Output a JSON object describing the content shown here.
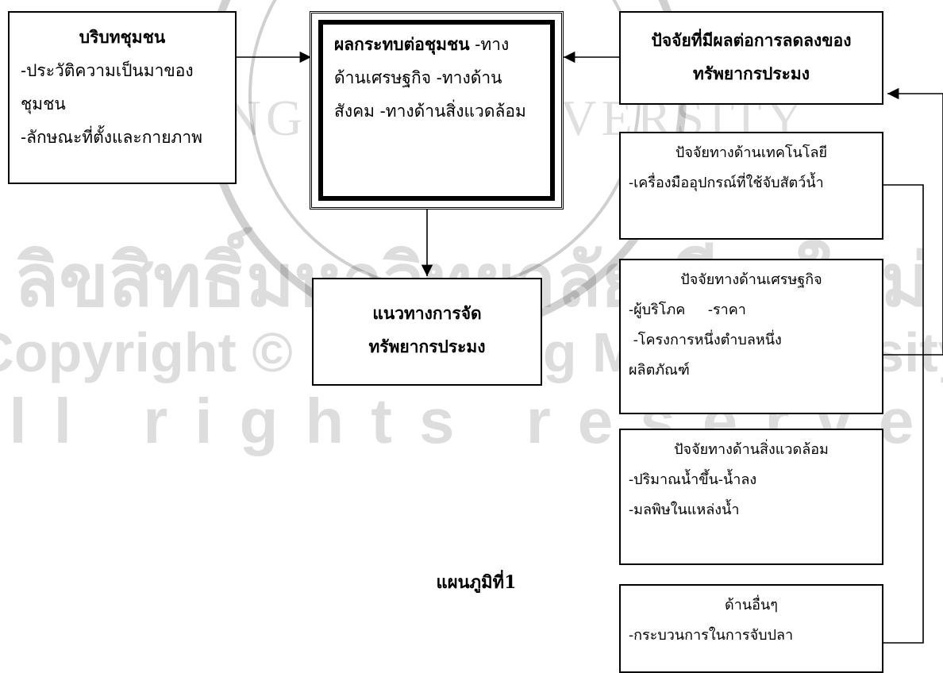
{
  "watermark": {
    "line1": "ลิขสิทธิ์มหาวิทยาลัยเชียงใหม่",
    "line2": "Copyright © by Chiang Mai University",
    "line3": "All rights reserved",
    "seal_text": "CHIANG MAI UNIVERSITY"
  },
  "community_context": {
    "title": "บริบทชุมชน",
    "items": [
      "-ประวัติความเป็นมาของ",
      "ชุมชน",
      "-ลักษณะที่ตั้งและกายภาพ"
    ]
  },
  "impact": {
    "title": "ผลกระทบต่อชุมชน",
    "items": [
      "-ทางด้านเศรษฐกิจ",
      "-ทางด้านสังคม",
      "-ทางด้านสิ่งแวดล้อม"
    ]
  },
  "factors": {
    "title_line1": "ปัจจัยที่มีผลต่อการลดลงของ",
    "title_line2": "ทรัพยากรประมง"
  },
  "guideline": {
    "line1": "แนวทางการจัด",
    "line2": "ทรัพยากรประมง"
  },
  "technology": {
    "title": "ปัจจัยทางด้านเทคโนโลยี",
    "items": [
      "-เครื่องมืออุปกรณ์ที่ใช้จับสัตว์น้ำ"
    ]
  },
  "economic": {
    "title": "ปัจจัยทางด้านเศรษฐกิจ",
    "items": [
      "-ผู้บริโภค     -ราคา",
      " -โครงการหนึ่งตำบลหนึ่ง",
      "ผลิตภัณฑ์"
    ]
  },
  "environment": {
    "title": "ปัจจัยทางด้านสิ่งแวดล้อม",
    "items": [
      "-ปริมาณน้ำขึ้น-น้ำลง",
      "-มลพิษในแหล่งน้ำ"
    ]
  },
  "other": {
    "title": "ด้านอื่นๆ",
    "items": [
      "-กระบวนการในการจับปลา"
    ]
  },
  "caption": "แผนภูมิที่1"
}
